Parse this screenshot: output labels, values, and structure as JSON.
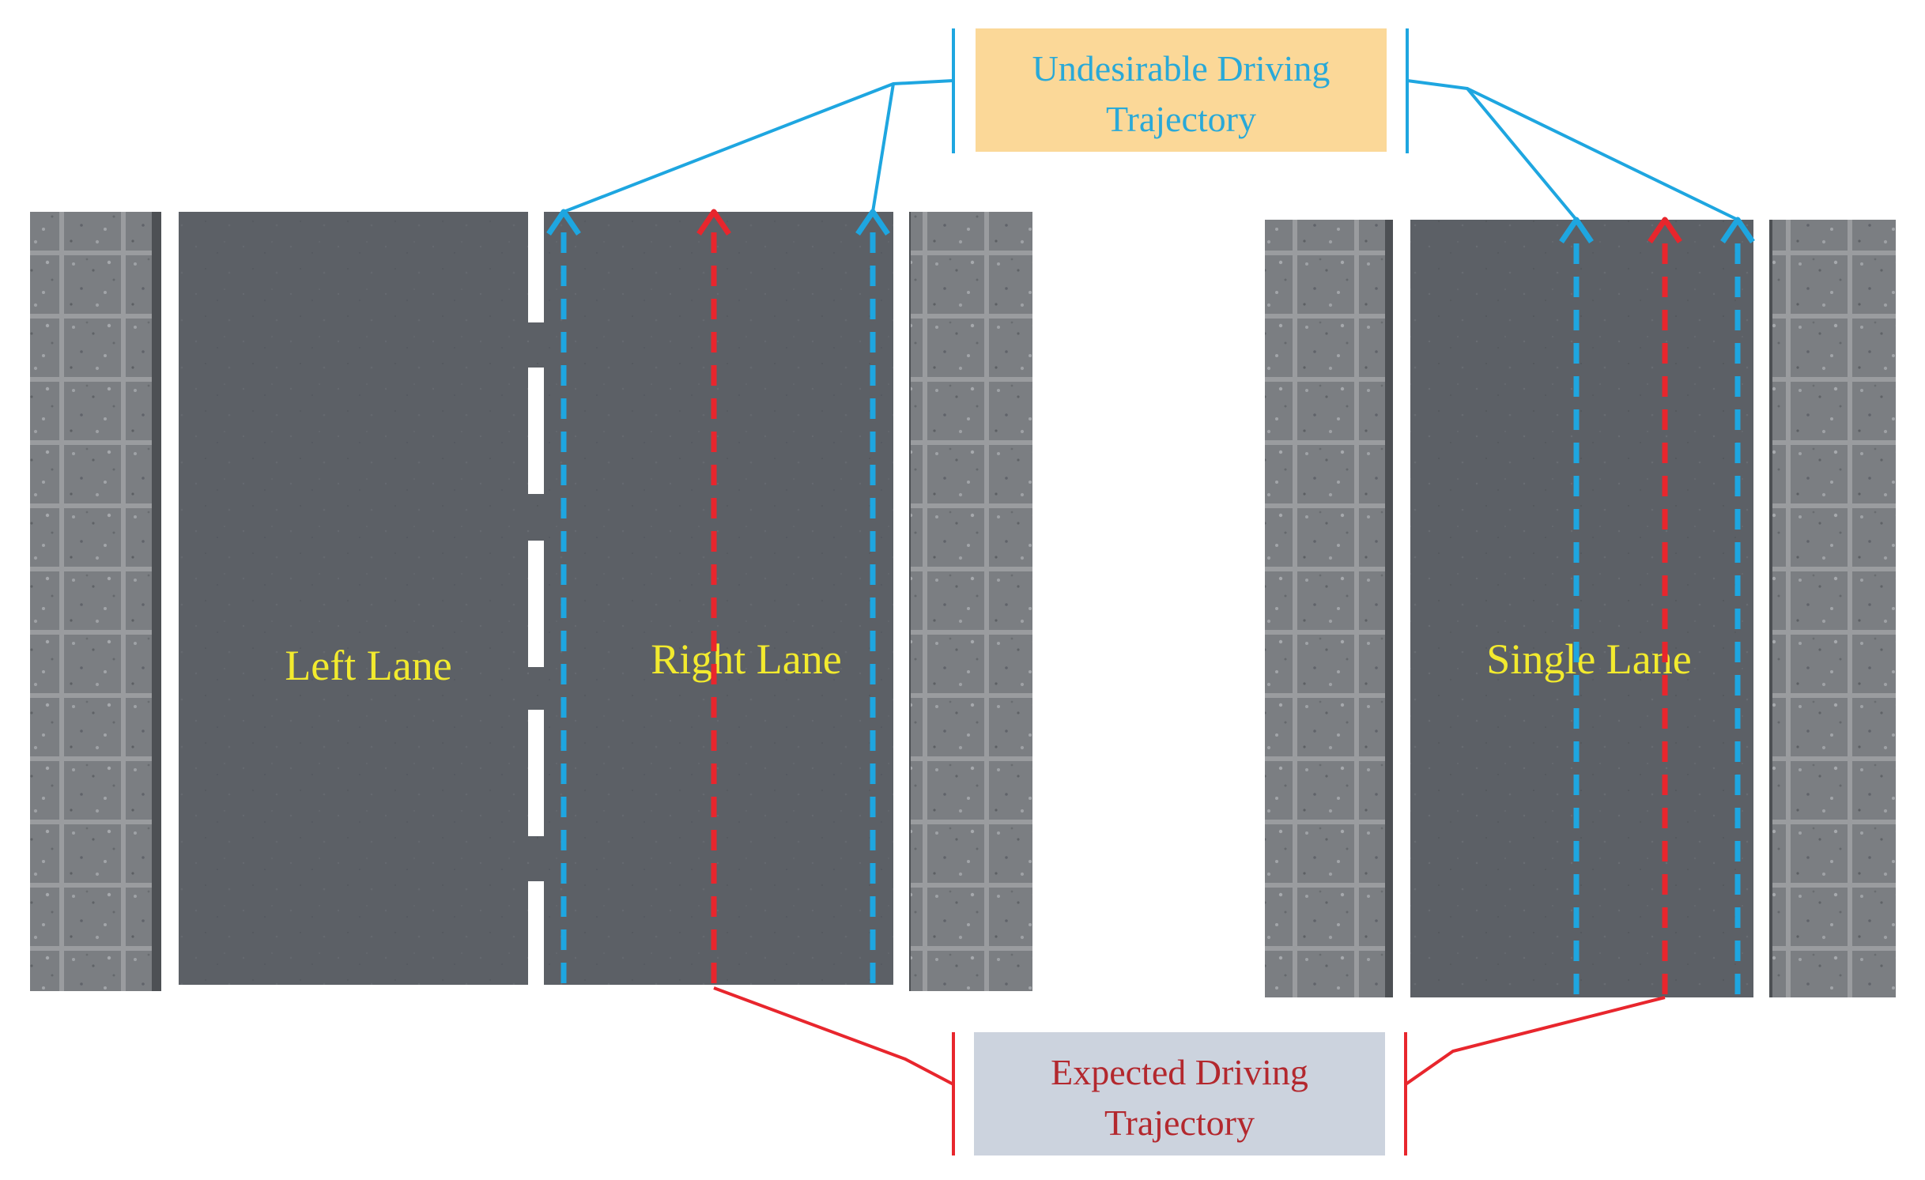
{
  "labels": {
    "left_lane": "Left Lane",
    "right_lane": "Right Lane",
    "single_lane": "Single Lane",
    "undesirable_line1": "Undesirable Driving",
    "undesirable_line2": "Trajectory",
    "expected_line1": "Expected Driving",
    "expected_line2": "Trajectory"
  },
  "colors": {
    "lane_label": "#f2ea2e",
    "undesirable": "#1ea6e0",
    "undesirable_text": "#29a9d8",
    "undesirable_box": "#fbd898",
    "expected": "#e8262d",
    "expected_text": "#b3282e",
    "expected_box": "#ccd3de",
    "asphalt": "#5c6066",
    "curb": "#7b7e82",
    "marking": "#ffffff"
  }
}
